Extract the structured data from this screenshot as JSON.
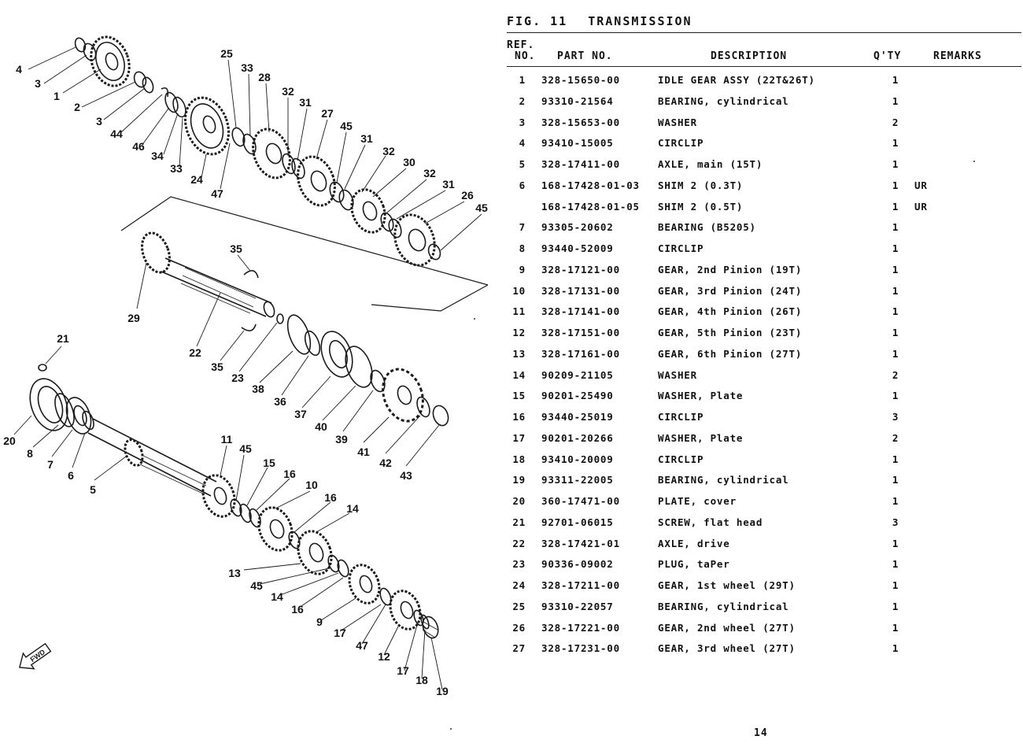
{
  "figure": {
    "number": "FIG. 11",
    "title": "TRANSMISSION"
  },
  "columns": {
    "ref_line1": "REF.",
    "ref_line2": "NO.",
    "part_no": "PART NO.",
    "description": "DESCRIPTION",
    "qty": "Q'TY",
    "remarks": "REMARKS"
  },
  "parts": [
    {
      "ref": "1",
      "part_no": "328-15650-00",
      "description": "IDLE GEAR ASSY (22T&26T)",
      "qty": "1",
      "remarks": ""
    },
    {
      "ref": "2",
      "part_no": "93310-21564",
      "description": "BEARING, cylindrical",
      "qty": "1",
      "remarks": ""
    },
    {
      "ref": "3",
      "part_no": "328-15653-00",
      "description": "WASHER",
      "qty": "2",
      "remarks": ""
    },
    {
      "ref": "4",
      "part_no": "93410-15005",
      "description": "CIRCLIP",
      "qty": "1",
      "remarks": ""
    },
    {
      "ref": "5",
      "part_no": "328-17411-00",
      "description": "AXLE, main (15T)",
      "qty": "1",
      "remarks": ""
    },
    {
      "ref": "6",
      "part_no": "168-17428-01-03",
      "description": "SHIM 2 (0.3T)",
      "qty": "1",
      "remarks": "UR"
    },
    {
      "ref": "",
      "part_no": "168-17428-01-05",
      "description": "SHIM 2 (0.5T)",
      "qty": "1",
      "remarks": "UR"
    },
    {
      "ref": "7",
      "part_no": "93305-20602",
      "description": "BEARING (B5205)",
      "qty": "1",
      "remarks": ""
    },
    {
      "ref": "8",
      "part_no": "93440-52009",
      "description": "CIRCLIP",
      "qty": "1",
      "remarks": ""
    },
    {
      "ref": "9",
      "part_no": "328-17121-00",
      "description": "GEAR, 2nd Pinion (19T)",
      "qty": "1",
      "remarks": ""
    },
    {
      "ref": "10",
      "part_no": "328-17131-00",
      "description": "GEAR, 3rd Pinion (24T)",
      "qty": "1",
      "remarks": ""
    },
    {
      "ref": "11",
      "part_no": "328-17141-00",
      "description": "GEAR, 4th Pinion (26T)",
      "qty": "1",
      "remarks": ""
    },
    {
      "ref": "12",
      "part_no": "328-17151-00",
      "description": "GEAR, 5th Pinion (23T)",
      "qty": "1",
      "remarks": ""
    },
    {
      "ref": "13",
      "part_no": "328-17161-00",
      "description": "GEAR, 6th Pinion (27T)",
      "qty": "1",
      "remarks": ""
    },
    {
      "ref": "14",
      "part_no": "90209-21105",
      "description": "WASHER",
      "qty": "2",
      "remarks": ""
    },
    {
      "ref": "15",
      "part_no": "90201-25490",
      "description": "WASHER, Plate",
      "qty": "1",
      "remarks": ""
    },
    {
      "ref": "16",
      "part_no": "93440-25019",
      "description": "CIRCLIP",
      "qty": "3",
      "remarks": ""
    },
    {
      "ref": "17",
      "part_no": "90201-20266",
      "description": "WASHER, Plate",
      "qty": "2",
      "remarks": ""
    },
    {
      "ref": "18",
      "part_no": "93410-20009",
      "description": "CIRCLIP",
      "qty": "1",
      "remarks": ""
    },
    {
      "ref": "19",
      "part_no": "93311-22005",
      "description": "BEARING, cylindrical",
      "qty": "1",
      "remarks": ""
    },
    {
      "ref": "20",
      "part_no": "360-17471-00",
      "description": "PLATE, cover",
      "qty": "1",
      "remarks": ""
    },
    {
      "ref": "21",
      "part_no": "92701-06015",
      "description": "SCREW, flat head",
      "qty": "3",
      "remarks": ""
    },
    {
      "ref": "22",
      "part_no": "328-17421-01",
      "description": "AXLE, drive",
      "qty": "1",
      "remarks": ""
    },
    {
      "ref": "23",
      "part_no": "90336-09002",
      "description": "PLUG, taPer",
      "qty": "1",
      "remarks": ""
    },
    {
      "ref": "24",
      "part_no": "328-17211-00",
      "description": "GEAR, 1st wheel (29T)",
      "qty": "1",
      "remarks": ""
    },
    {
      "ref": "25",
      "part_no": "93310-22057",
      "description": "BEARING, cylindrical",
      "qty": "1",
      "remarks": ""
    },
    {
      "ref": "26",
      "part_no": "328-17221-00",
      "description": "GEAR, 2nd wheel (27T)",
      "qty": "1",
      "remarks": ""
    },
    {
      "ref": "27",
      "part_no": "328-17231-00",
      "description": "GEAR, 3rd wheel (27T)",
      "qty": "1",
      "remarks": ""
    }
  ],
  "diagram": {
    "fwd_label": "FWD",
    "callouts": [
      "4",
      "3",
      "1",
      "2",
      "3",
      "44",
      "46",
      "34",
      "33",
      "24",
      "47",
      "25",
      "33",
      "28",
      "32",
      "31",
      "27",
      "45",
      "31",
      "32",
      "30",
      "32",
      "31",
      "26",
      "45",
      "35",
      "29",
      "22",
      "35",
      "23",
      "38",
      "36",
      "37",
      "40",
      "39",
      "41",
      "42",
      "43",
      "21",
      "20",
      "8",
      "7",
      "6",
      "5",
      "11",
      "45",
      "15",
      "16",
      "10",
      "16",
      "14",
      "13",
      "45",
      "14",
      "16",
      "9",
      "17",
      "47",
      "12",
      "17",
      "18",
      "19"
    ]
  },
  "page_number": "14"
}
